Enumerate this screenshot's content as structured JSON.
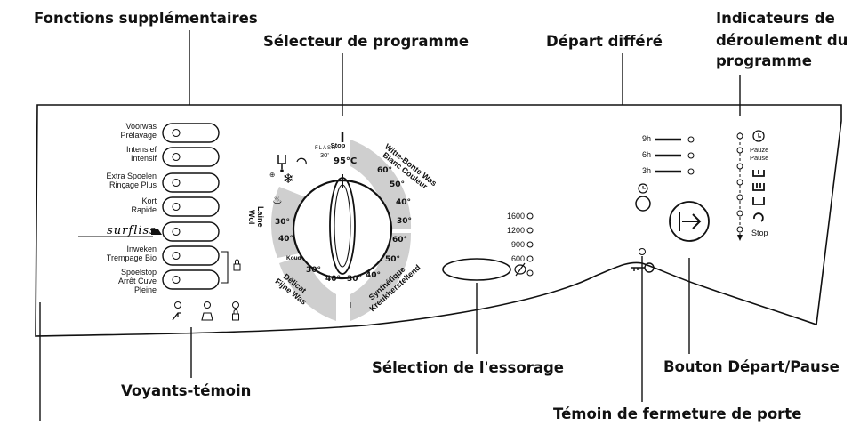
{
  "callouts": {
    "fonctions": "Fonctions supplémentaires",
    "selecteur": "Sélecteur de programme",
    "depart_differe": "Départ différé",
    "indicateurs_1": "Indicateurs de",
    "indicateurs_2": "déroulement du",
    "indicateurs_3": "programme",
    "voyants": "Voyants-témoin",
    "essorage": "Sélection de l'essorage",
    "bouton": "Bouton Départ/Pause",
    "porte": "Témoin de fermeture de porte"
  },
  "buttons": [
    {
      "l1": "Voorwas",
      "l2": "Prélavage"
    },
    {
      "l1": "Intensief",
      "l2": "Intensif"
    },
    {
      "l1": "Extra Spoelen",
      "l2": "Rinçage Plus"
    },
    {
      "l1": "Kort",
      "l2": "Rapide"
    },
    {
      "l1": "surfliss",
      "l2": ""
    },
    {
      "l1": "Inweken",
      "l2": "Trempage Bio"
    },
    {
      "l1": "Spoelstop",
      "l2": "Arrêt Cuve",
      "l3": "Pleine"
    }
  ],
  "dial": {
    "stop": "Stop",
    "flash": "FLASH",
    "flash_time": "30'",
    "white_1": "Witte-Bonte Was",
    "white_2": "Blanc Couleur",
    "t95": "95°C",
    "t60a": "60°",
    "t50a": "50°",
    "t40a": "40°",
    "t30a": "30°",
    "synth_1": "Synthétique",
    "synth_2": "Kreukherstellend",
    "t60b": "60°",
    "t50b": "50°",
    "t40b": "40°",
    "t30b": "30°",
    "delicat_1": "Délicat",
    "delicat_2": "Fijne Was",
    "koud": "Koud",
    "t30c": "30°",
    "t40c": "40°",
    "laine_1": "Laine",
    "laine_2": "Wol",
    "t30d": "30°",
    "t40d": "40°"
  },
  "spin": [
    "1600",
    "1200",
    "900",
    "600"
  ],
  "delay": [
    "9h",
    "6h",
    "3h"
  ],
  "progress": {
    "pauze": "Pauze",
    "pause": "Pause",
    "stop": "Stop"
  }
}
